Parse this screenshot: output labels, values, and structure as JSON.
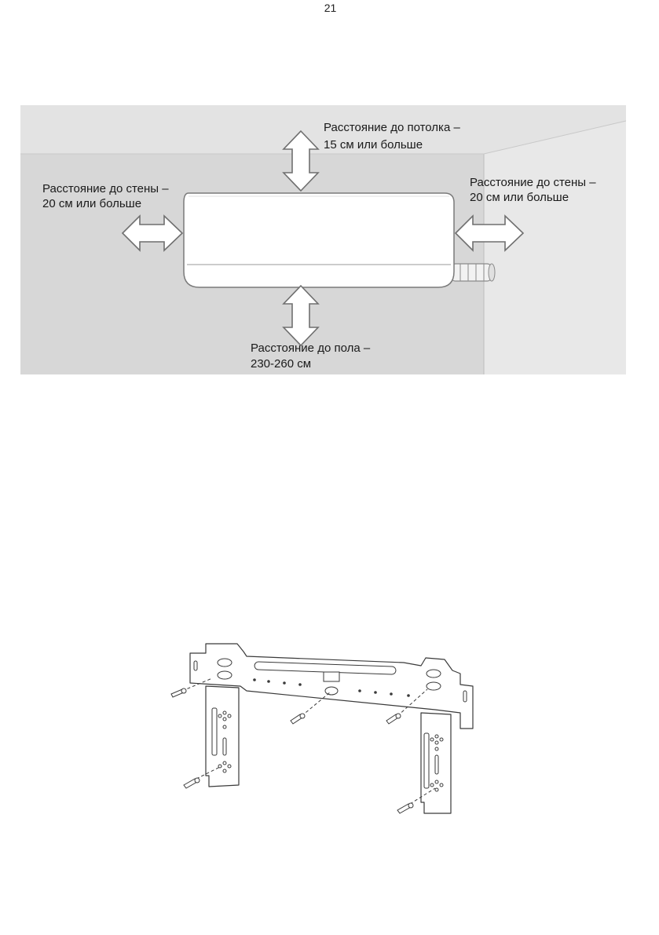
{
  "page": {
    "number": "21"
  },
  "clearance_diagram": {
    "ceiling": {
      "line1": "Расстояние до потолка –",
      "line2": "15 см или больше"
    },
    "left_wall": {
      "line1": "Расстояние до стены –",
      "line2": "20 см или больше"
    },
    "right_wall": {
      "line1": "Расстояние до стены –",
      "line2": "20 см или больше"
    },
    "floor": {
      "line1": "Расстояние до пола –",
      "line2": "230-260 см"
    }
  }
}
